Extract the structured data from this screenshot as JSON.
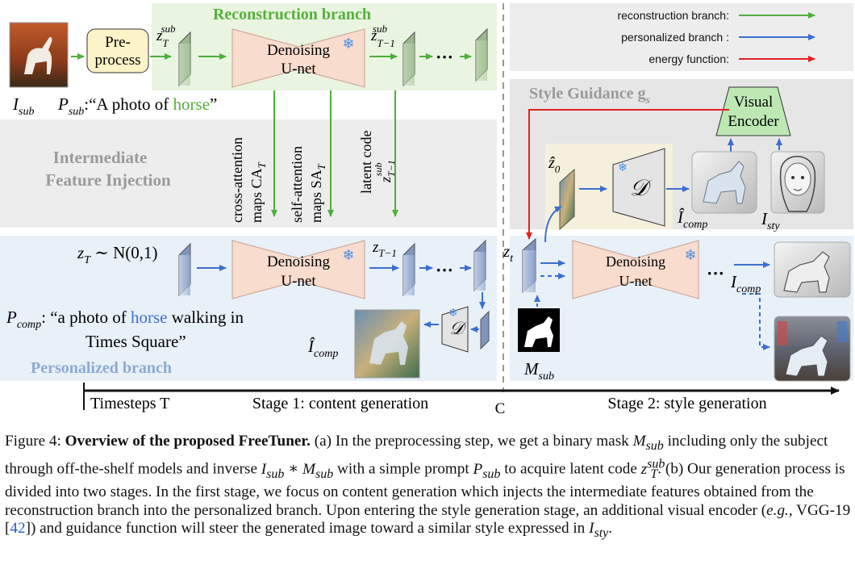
{
  "colors": {
    "recon_arrow": "#4caf3a",
    "pers_arrow": "#3a6fd0",
    "energy_arrow": "#e02020",
    "recon_bg": "#e9f4e1",
    "pers_bg": "#e8f0f8",
    "grey_bg": "#ededed",
    "unet_fill": "#f8dccd",
    "decoder_fill": "#e4e4e4",
    "style_panel": "#e6e6e6",
    "decoder_panel": "#f5f0dc",
    "recon_title": "#55b03a",
    "pers_title": "#8eaad4",
    "grey_title": "#9a9a9a",
    "cite": "#2a5cc7"
  },
  "legend": {
    "reconstruction": "reconstruction branch:",
    "personalized": "personalized branch :",
    "energy": "energy function:"
  },
  "reconstruction": {
    "title": "Reconstruction branch",
    "preprocess": "Pre-process",
    "unet": "Denoising U-net",
    "I_sub": "I",
    "I_sub_idx": "sub",
    "P_sub": "P",
    "P_sub_idx": "sub",
    "prompt_pre": ":“A photo of ",
    "prompt_word": "horse",
    "prompt_post": "”",
    "zT_label": "z",
    "zT_sup": "sub",
    "zT_sub": "T",
    "zT1_label": "z",
    "zT1_sup": "sub",
    "zT1_sub": "T−1",
    "ellipsis": "···"
  },
  "injection": {
    "title_line1": "Intermediate",
    "title_line2": "Feature Injection",
    "cross_line1": "cross-attention",
    "cross_line2": "maps CA",
    "cross_sub": "T",
    "self_line1": "self-attention",
    "self_line2": "maps SA",
    "self_sub": "T",
    "latent_line1": "latent code",
    "latent_z": "z",
    "latent_sup": "sub",
    "latent_sub": "T−1"
  },
  "personalized": {
    "title": "Personalized branch",
    "zT_eq": "z",
    "zT_sub": "T",
    "zT_rest": " ∼ N(0,1)",
    "unet": "Denoising U-net",
    "zT1": "z",
    "zT1_sub": "T−1",
    "prompt_P": "P",
    "prompt_P_idx": "comp",
    "prompt_line1_pre": ": “a photo of ",
    "prompt_word": "horse",
    "prompt_line1_post": " walking in",
    "prompt_line2": "Times Square”",
    "decoder": "𝒟",
    "I_comp_hat": "Î",
    "I_comp_hat_idx": "comp",
    "ellipsis": "···"
  },
  "stage2": {
    "style_title": "Style Guidance g",
    "style_sub": "s",
    "visual_encoder_line1": "Visual",
    "visual_encoder_line2": "Encoder",
    "z0_hat": "ẑ",
    "z0_sub": "0",
    "decoder": "𝒟",
    "I_comp_hat": "Î",
    "I_comp_hat_idx": "comp",
    "I_sty": "I",
    "I_sty_idx": "sty",
    "zt": "z",
    "zt_sub": "t",
    "unet": "Denoising U-net",
    "ellipsis": "···",
    "I_comp": "I",
    "I_comp_idx": "comp",
    "M_sub": "M",
    "M_sub_idx": "sub"
  },
  "timeline": {
    "timesteps": "Timesteps T",
    "stage1": "Stage 1: content generation",
    "c_mark": "C",
    "stage2": "Stage 2: style generation"
  },
  "caption": {
    "figure_label": "Figure 4:",
    "bold_title": "Overview of the proposed FreeTuner.",
    "p1": " (a) In the preprocessing step, we get a binary mask ",
    "M_sub": "M",
    "M_sub_idx": "sub",
    "p2": "including only the subject through off-the-shelf models and inverse ",
    "I_sub": "I",
    "I_sub_idx": "sub",
    "star": " ∗ ",
    "M_sub2": "M",
    "M_sub2_idx": "sub",
    "p3": " with a simple prompt ",
    "P_sub": "P",
    "P_sub_idx": "sub",
    "p4": "to acquire latent code ",
    "z": "z",
    "z_sup": "sub",
    "z_sub": "T",
    "p5": ". (b) Our generation process is divided into two stages. In the first stage, we focus on content generation which injects the intermediate features obtained from the reconstruction branch into the personalized branch. Upon entering the style generation stage, an additional visual encoder (",
    "eg": "e.g.",
    "p6": ", VGG-19 [",
    "cite": "42",
    "p7": "]) and guidance function will steer the generated image toward a similar style expressed in ",
    "I_sty": "I",
    "I_sty_idx": "sty",
    "p8": "."
  }
}
